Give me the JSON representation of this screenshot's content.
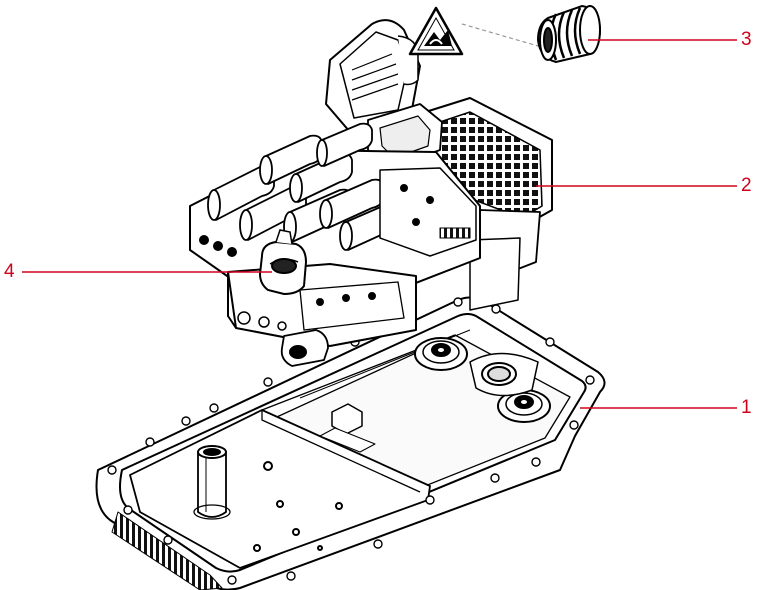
{
  "diagram": {
    "accent_color": "#d0021b",
    "line_color": "#000000",
    "callouts": [
      {
        "id": "1",
        "label": "1"
      },
      {
        "id": "2",
        "label": "2"
      },
      {
        "id": "3",
        "label": "3"
      },
      {
        "id": "4",
        "label": "4"
      }
    ],
    "parts": [
      {
        "id": "oil-pan",
        "icon": "oil-pan-icon"
      },
      {
        "id": "valve-body",
        "icon": "valve-body-icon"
      },
      {
        "id": "sleeve",
        "icon": "sleeve-icon"
      },
      {
        "id": "sensor",
        "icon": "sensor-icon"
      },
      {
        "id": "warning",
        "icon": "warning-triangle-icon"
      }
    ]
  }
}
